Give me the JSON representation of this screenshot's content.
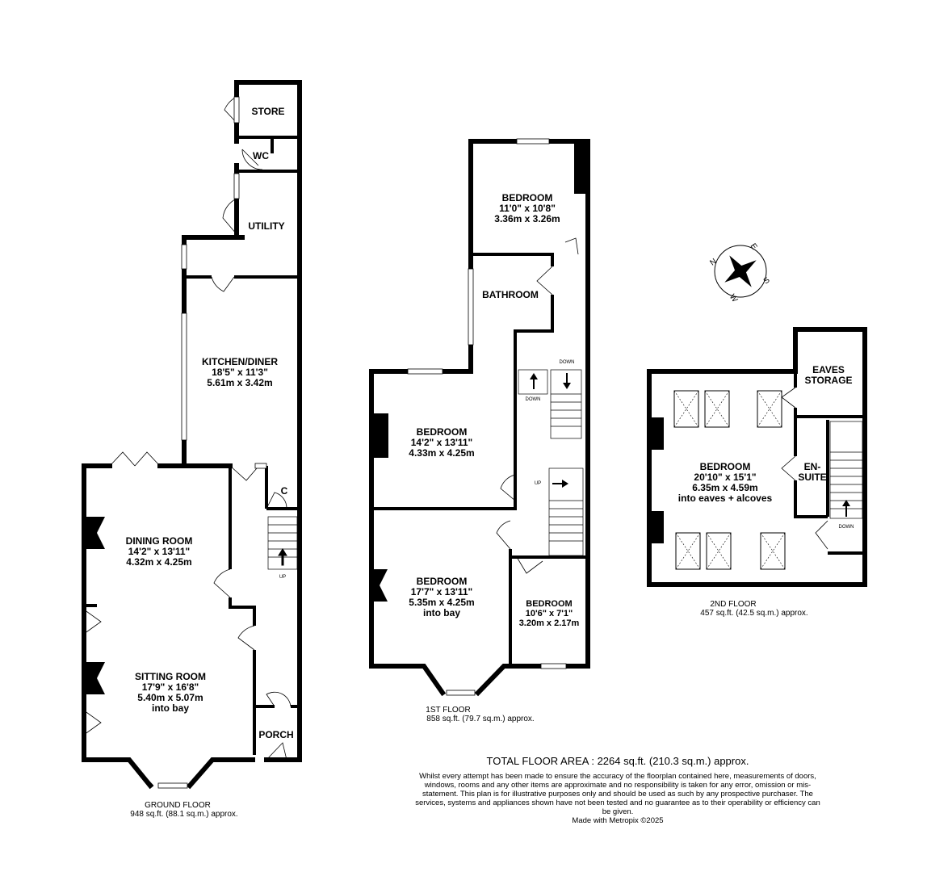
{
  "ground_floor": {
    "rooms": {
      "store": "STORE",
      "wc": "WC",
      "utility": "UTILITY",
      "kitchen": {
        "name": "KITCHEN/DINER",
        "imperial": "18'5\"  x 11'3\"",
        "metric": "5.61m  x 3.42m"
      },
      "cupboard": "C",
      "dining": {
        "name": "DINING ROOM",
        "imperial": "14'2\"  x 13'11\"",
        "metric": "4.32m  x 4.25m"
      },
      "sitting": {
        "name": "SITTING ROOM",
        "imperial": "17'9\"  x 16'8\"",
        "metric": "5.40m  x 5.07m",
        "note": "into bay"
      },
      "porch": "PORCH"
    },
    "stair_up": "UP",
    "caption": "GROUND FLOOR",
    "area": "948 sq.ft. (88.1 sq.m.) approx."
  },
  "first_floor": {
    "rooms": {
      "bedroom_rear": {
        "name": "BEDROOM",
        "imperial": "11'0\"  x 10'8\"",
        "metric": "3.36m  x 3.26m"
      },
      "bathroom": "BATHROOM",
      "bedroom_mid": {
        "name": "BEDROOM",
        "imperial": "14'2\"  x 13'11\"",
        "metric": "4.33m  x 4.25m"
      },
      "bedroom_front": {
        "name": "BEDROOM",
        "imperial": "17'7\"  x 13'11\"",
        "metric": "5.35m  x 4.25m",
        "note": "into bay"
      },
      "bedroom_small": {
        "name": "BEDROOM",
        "imperial": "10'6\"  x 7'1\"",
        "metric": "3.20m  x 2.17m"
      }
    },
    "stair_down_1": "DOWN",
    "stair_down_2": "DOWN",
    "stair_up": "UP",
    "caption": "1ST FLOOR",
    "area": "858 sq.ft. (79.7 sq.m.) approx."
  },
  "second_floor": {
    "rooms": {
      "eaves": {
        "line1": "EAVES",
        "line2": "STORAGE"
      },
      "bedroom": {
        "name": "BEDROOM",
        "imperial": "20'10\"  x 15'1\"",
        "metric": "6.35m  x 4.59m",
        "note": "into eaves + alcoves"
      },
      "ensuite": {
        "line1": "EN-",
        "line2": "SUITE"
      }
    },
    "stair_down": "DOWN",
    "caption": "2ND FLOOR",
    "area": "457 sq.ft. (42.5 sq.m.) approx."
  },
  "compass": {
    "n": "N",
    "e": "E",
    "s": "S",
    "w": "W"
  },
  "footer": {
    "total": "TOTAL FLOOR AREA : 2264 sq.ft. (210.3 sq.m.) approx.",
    "disclaimer": "Whilst every attempt has been made to ensure the accuracy of the floorplan contained here, measurements of doors, windows, rooms and any other items are approximate and no responsibility is taken for any error, omission or mis-statement. This plan is for illustrative purposes only and should be used as such by any prospective purchaser. The services, systems and appliances shown have not been tested and no guarantee as to their operability or efficiency can be given.",
    "credit": "Made with Metropix ©2025"
  }
}
